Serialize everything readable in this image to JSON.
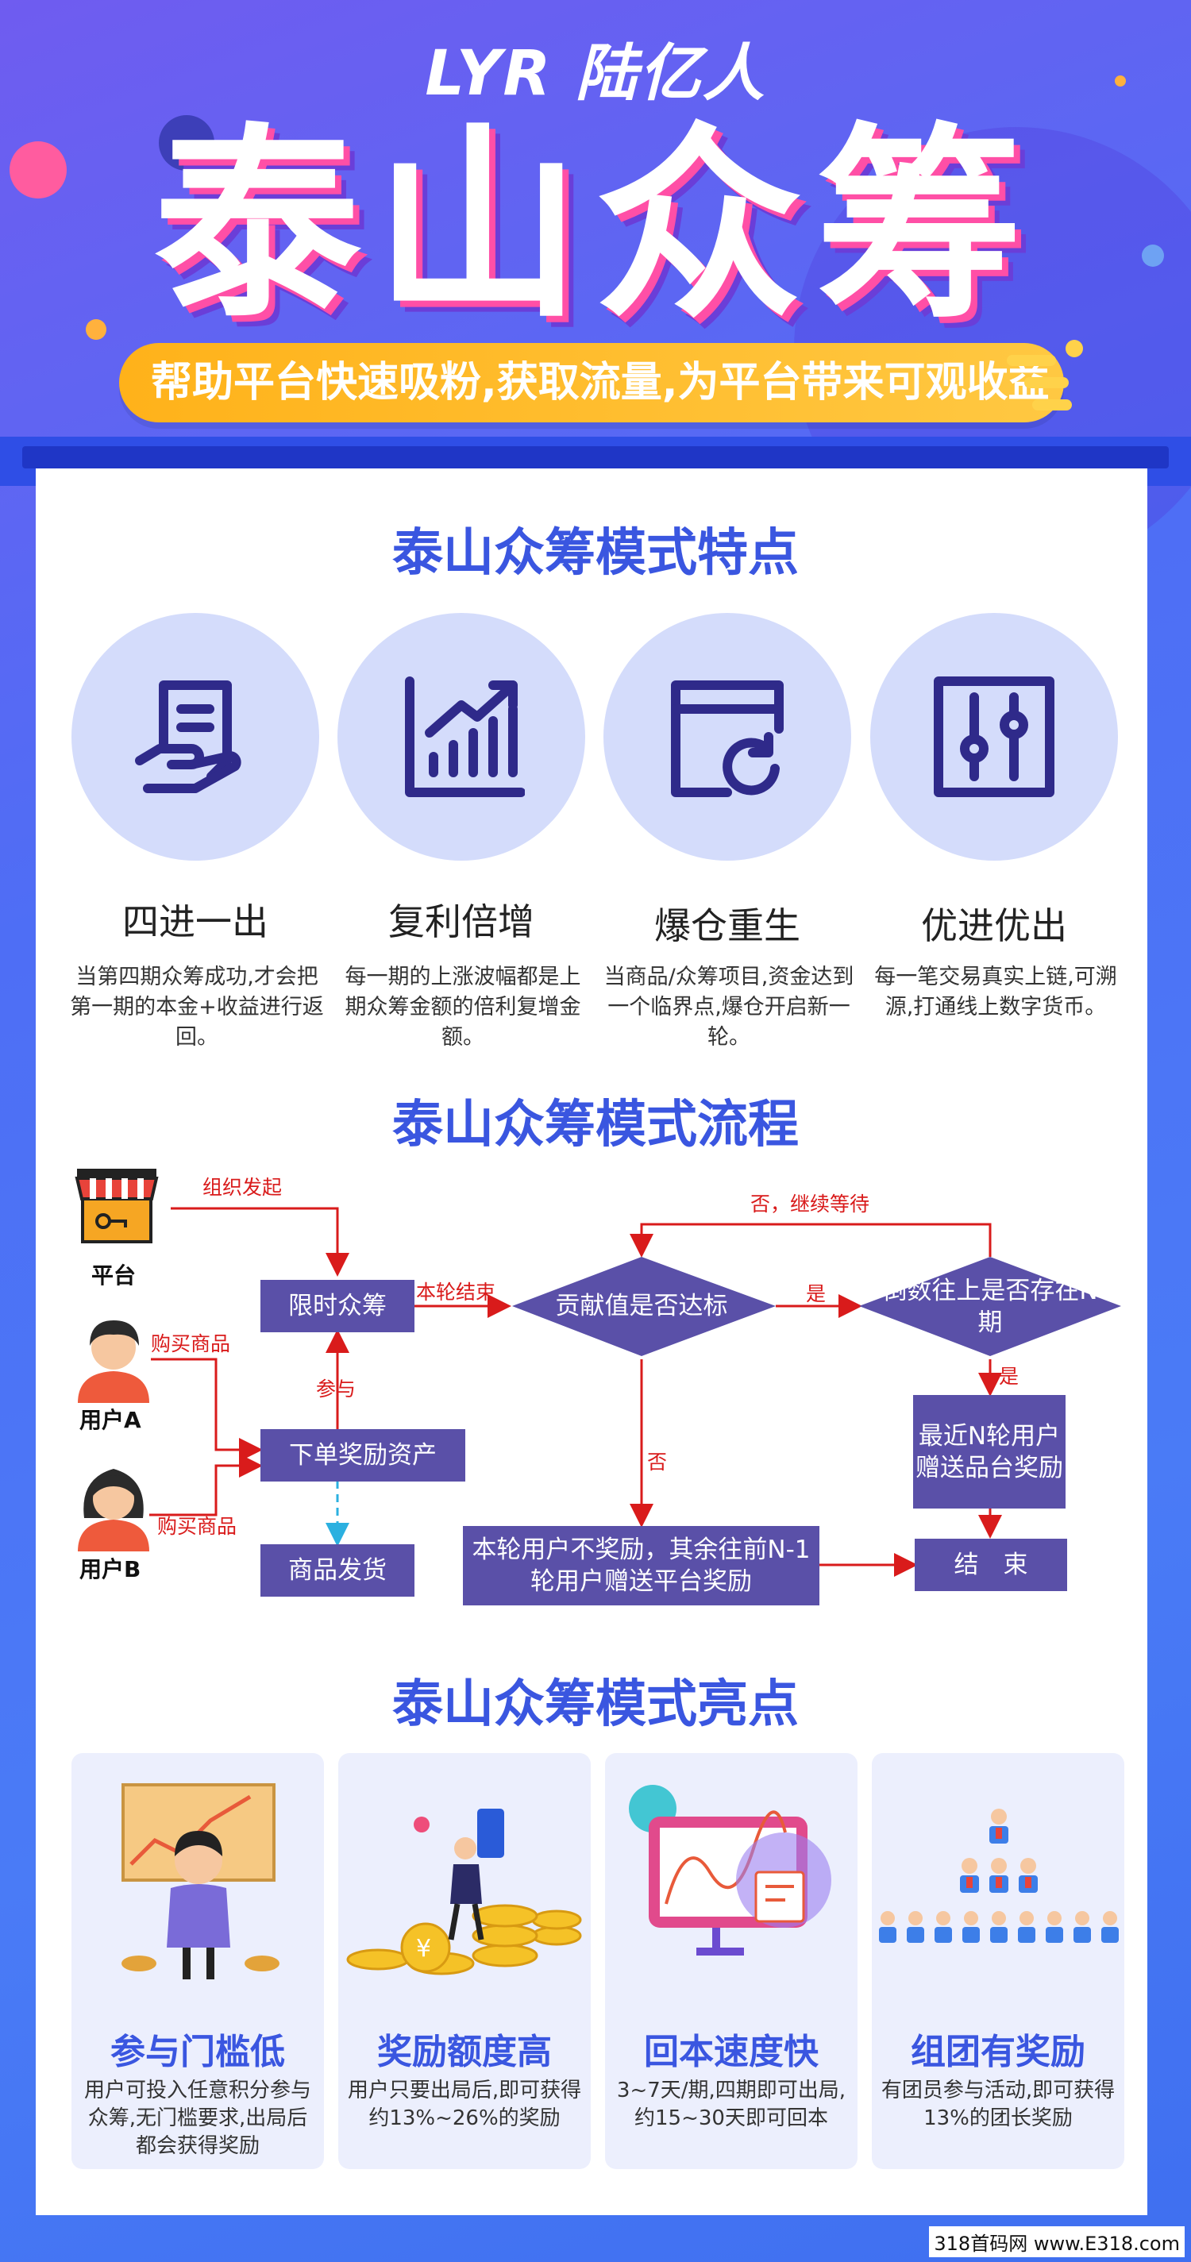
{
  "header": {
    "logo_text": "LYR 陆亿人",
    "title": "泰山众筹",
    "slogan": "帮助平台快速吸粉,获取流量,为平台带来可观收益"
  },
  "features": {
    "title": "泰山众筹模式特点",
    "items": [
      {
        "icon": "document-hand-icon",
        "name": "四进一出",
        "desc": "当第四期众筹成功,才会把第一期的本金+收益进行返回。"
      },
      {
        "icon": "growth-chart-icon",
        "name": "复利倍增",
        "desc": "每一期的上涨波幅都是上期众筹金额的倍利复增金额。"
      },
      {
        "icon": "refresh-card-icon",
        "name": "爆仓重生",
        "desc": "当商品/众筹项目,资金达到一个临界点,爆仓开启新一轮。"
      },
      {
        "icon": "sliders-panel-icon",
        "name": "优进优出",
        "desc": "每一笔交易真实上链,可溯源,打通线上数字货币。"
      }
    ]
  },
  "flow": {
    "title": "泰山众筹模式流程",
    "actors": {
      "platform": "平台",
      "user_a": "用户A",
      "user_b": "用户B"
    },
    "nodes": {
      "limited": "限时众筹",
      "order": "下单奖励资产",
      "ship": "商品发货",
      "decision1": "贡献值是否达标",
      "decision2": "倒数往上是否存在N期",
      "recent": "最近N轮用户赠送品台奖励",
      "no_reward": "本轮用户不奖励，其余往前N-1轮用户赠送平台奖励",
      "end": "结　束"
    },
    "labels": {
      "organize": "组织发起",
      "buy_a": "购买商品",
      "buy_b": "购买商品",
      "join": "参与",
      "round_end": "本轮结束",
      "yes1": "是",
      "yes2": "是",
      "no1": "否",
      "no_wait": "否，继续等待"
    }
  },
  "highlights": {
    "title": "泰山众筹模式亮点",
    "items": [
      {
        "icon": "presenter-illustration",
        "name": "参与门槛低",
        "desc": "用户可投入任意积分参与众筹,无门槛要求,出局后都会获得奖励"
      },
      {
        "icon": "coins-illustration",
        "name": "奖励额度高",
        "desc": "用户只要出局后,即可获得约13%~26%的奖励"
      },
      {
        "icon": "monitor-chart-illustration",
        "name": "回本速度快",
        "desc": "3~7天/期,四期即可出局,约15~30天即可回本"
      },
      {
        "icon": "team-pyramid-illustration",
        "name": "组团有奖励",
        "desc": "有团员参与活动,即可获得13%的团长奖励"
      }
    ]
  },
  "watermark": "318首码网 www.E318.com",
  "colors": {
    "accent": "#3a56e0",
    "flow_box": "#5a50a8",
    "arrow": "#d91b1b",
    "slogan": "#ffb21a"
  }
}
